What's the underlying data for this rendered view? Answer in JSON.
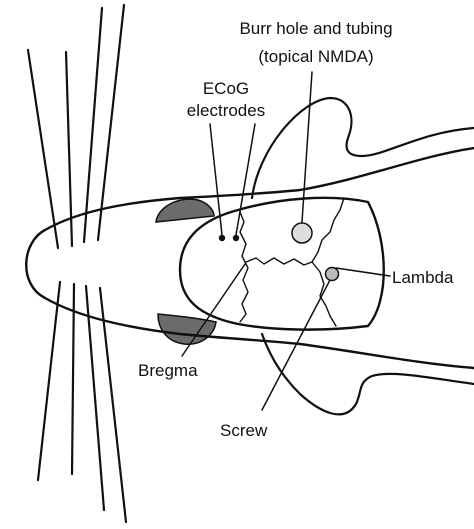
{
  "colors": {
    "stroke": "#111111",
    "eye": "#6b6b6b",
    "burr_hole": "#dddddd",
    "screw": "#bbbbbb",
    "background": "#ffffff"
  },
  "labels": {
    "burr_line1": "Burr hole and tubing",
    "burr_line2": "(topical NMDA)",
    "ecog_line1": "ECoG",
    "ecog_line2": "electrodes",
    "lambda": "Lambda",
    "bregma": "Bregma",
    "screw": "Screw"
  }
}
